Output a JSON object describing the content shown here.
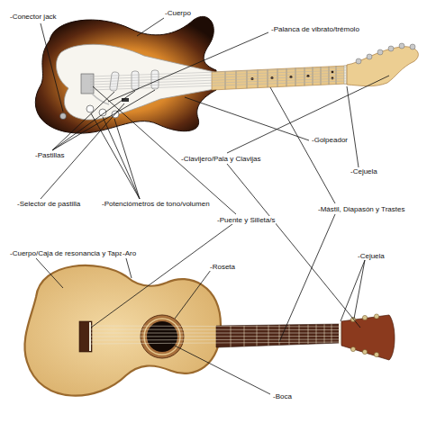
{
  "diagram": {
    "labels": [
      "-Conector jack",
      "-Cuerpo",
      "-Palanca de vibrato/trémolo",
      "-Pastillas",
      "-Golpeador",
      "-Clavijero/Pala y Clavijas",
      "-Cejuela",
      "-Selector de pastilla",
      "-Potenciómetros de tono/volumen",
      "-Puente y Silleta/s",
      "-Mástil, Diapasón y Trastes",
      "-Cuerpo/Caja de resonancia y Tapa",
      "-Aro",
      "-Roseta",
      "-Cejuela",
      "-Boca"
    ]
  }
}
